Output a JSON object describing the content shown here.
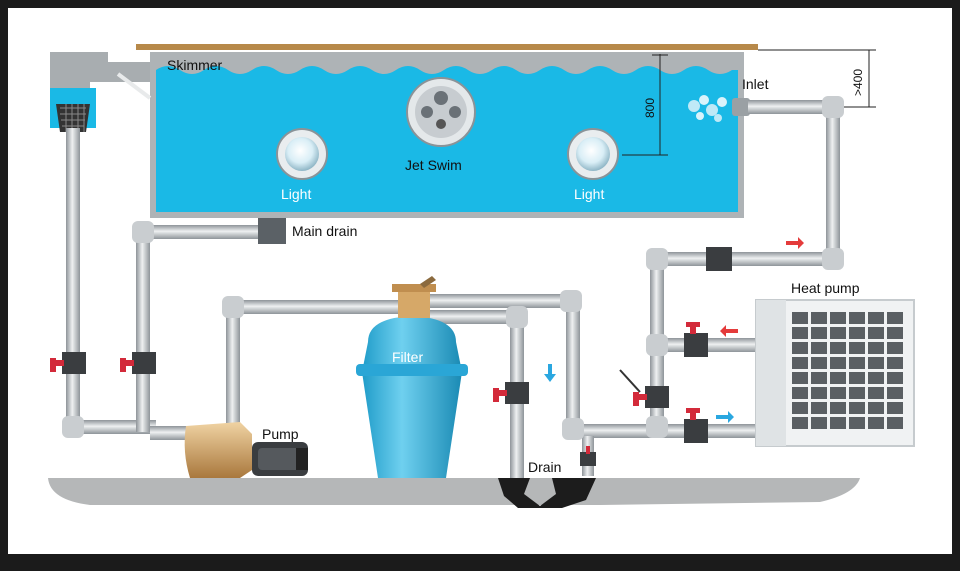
{
  "labels": {
    "skimmer": "Skimmer",
    "inlet": "Inlet",
    "jet_swim": "Jet Swim",
    "light_left": "Light",
    "light_right": "Light",
    "main_drain": "Main drain",
    "heat_pump": "Heat pump",
    "filter": "Filter",
    "pump": "Pump",
    "drain": "Drain"
  },
  "dimensions": {
    "depth": "800",
    "height_above": ">400"
  },
  "colors": {
    "water": "#1ab9e6",
    "pipe": "#b9bec2",
    "valve_handle": "#d32a3a",
    "flow_hot": "#e43b3b",
    "flow_cold": "#2aa7e0",
    "filter": "#35b4e0",
    "pump_body": "#d6a868",
    "ground": "#b5b7b8"
  },
  "icons": {
    "flow_arrow_hot": "arrow-red",
    "flow_arrow_cold": "arrow-blue"
  }
}
